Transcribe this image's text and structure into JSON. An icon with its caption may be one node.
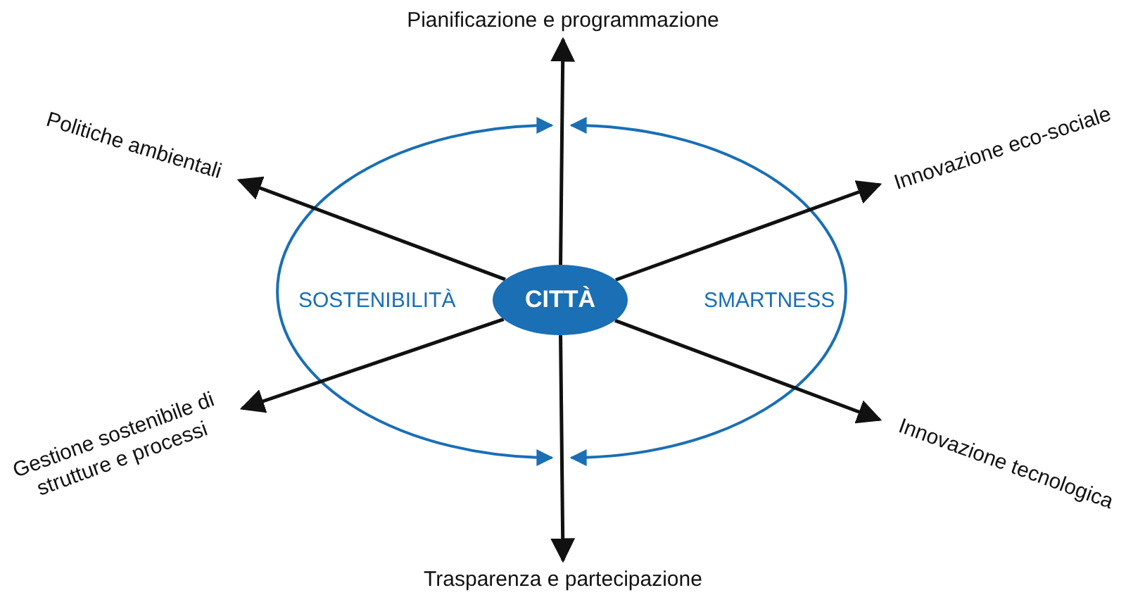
{
  "diagram": {
    "nodes": [
      {
        "text": [
          "CITTÀ"
        ]
      },
      {
        "text": [
          "Pianificazione e programmazione"
        ]
      },
      {
        "text": [
          "Politiche ambientali"
        ]
      },
      {
        "text": [
          "Innovazione eco-sociale"
        ]
      },
      {
        "text": [
          "Gestione sostenibile di strutture e processi"
        ]
      },
      {
        "text": [
          "Innovazione tecnologica"
        ]
      },
      {
        "text": [
          "Trasparenza e partecipazione"
        ]
      }
    ],
    "edges": [
      {
        "from": 0,
        "to": 1,
        "arrow": "to"
      },
      {
        "from": 0,
        "to": 2,
        "arrow": "to"
      },
      {
        "from": 0,
        "to": 3,
        "arrow": "to"
      },
      {
        "from": 0,
        "to": 4,
        "arrow": "to"
      },
      {
        "from": 0,
        "to": 5,
        "arrow": "to"
      },
      {
        "from": 0,
        "to": 6,
        "arrow": "to"
      }
    ],
    "labels": [
      "SOSTENIBILITÀ",
      "SMARTNESS"
    ]
  }
}
